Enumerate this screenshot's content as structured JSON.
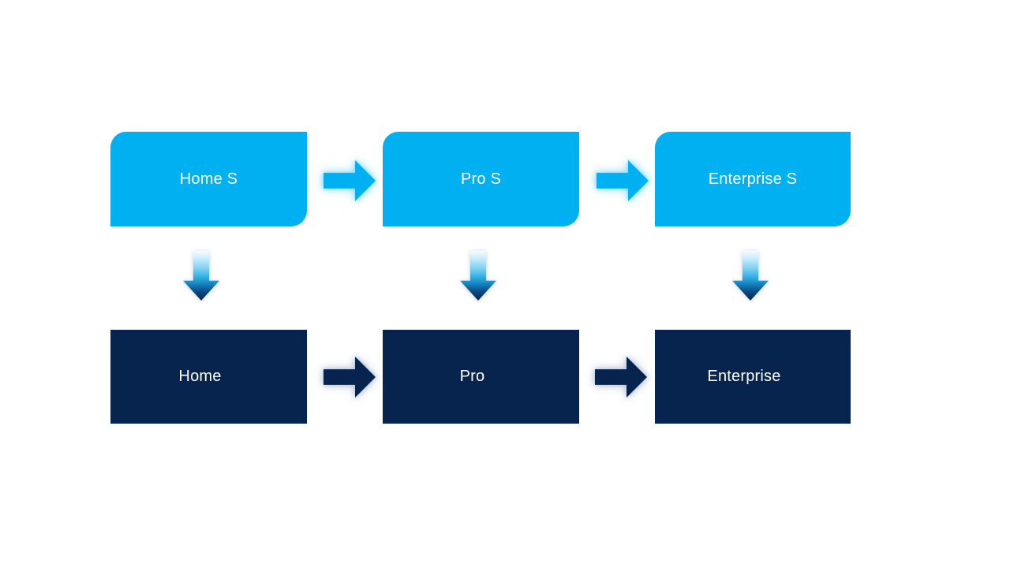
{
  "diagram": {
    "description": "Two-tier product edition flow diagram",
    "columns": [
      {
        "top_label": "Home S",
        "bottom_label": "Home"
      },
      {
        "top_label": "Pro S",
        "bottom_label": "Pro"
      },
      {
        "top_label": "Enterprise S",
        "bottom_label": "Enterprise"
      }
    ],
    "colors": {
      "top_box": "#00B0F0",
      "bottom_box": "#07244E",
      "label_text": "#FFFFFF",
      "top_arrow_glow": "#7ED8FA",
      "bottom_arrow_glow": "#ADBCD4"
    },
    "icons": {
      "horizontal_connector": "right-arrow-icon",
      "vertical_connector": "down-arrow-icon"
    }
  }
}
